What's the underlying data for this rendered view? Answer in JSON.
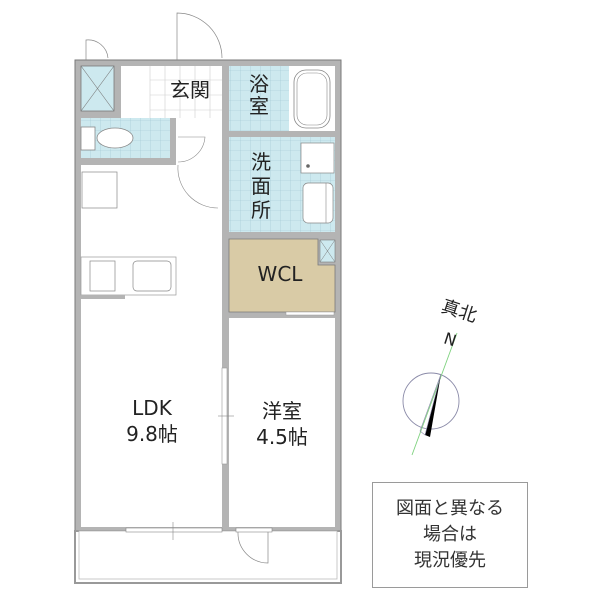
{
  "rooms": {
    "entrance": {
      "label": "玄関"
    },
    "bath": {
      "label_line1": "浴",
      "label_line2": "室"
    },
    "washroom": {
      "label_line1": "洗",
      "label_line2": "面",
      "label_line3": "所"
    },
    "wcl": {
      "label": "WCL"
    },
    "ldk": {
      "label": "LDK",
      "size": "9.8帖"
    },
    "western_room": {
      "label": "洋室",
      "size": "4.5帖"
    }
  },
  "compass": {
    "label_kanji": "真北",
    "label_n": "N"
  },
  "notice": {
    "line1": "図面と異なる",
    "line2": "場合は",
    "line3": "現況優先"
  },
  "colors": {
    "wall": "#b4b4b4",
    "tile": "#cde9ef",
    "wcl": "#d9cba6",
    "outline": "#7a7a7a"
  }
}
